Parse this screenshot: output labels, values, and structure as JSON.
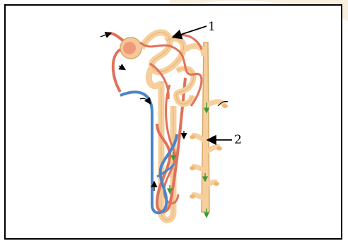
{
  "diagram": {
    "labels": [
      {
        "id": "1",
        "text": "1"
      },
      {
        "id": "2",
        "text": "2"
      }
    ]
  },
  "colors": {
    "tubule": "#f6cf9c",
    "tubule_outline": "#d9a769",
    "artery": "#e0715b",
    "vein": "#4a86c8",
    "flow_arrow": "#3a9a3a",
    "watermark": "#f2e4b8",
    "frame": "#000000"
  }
}
